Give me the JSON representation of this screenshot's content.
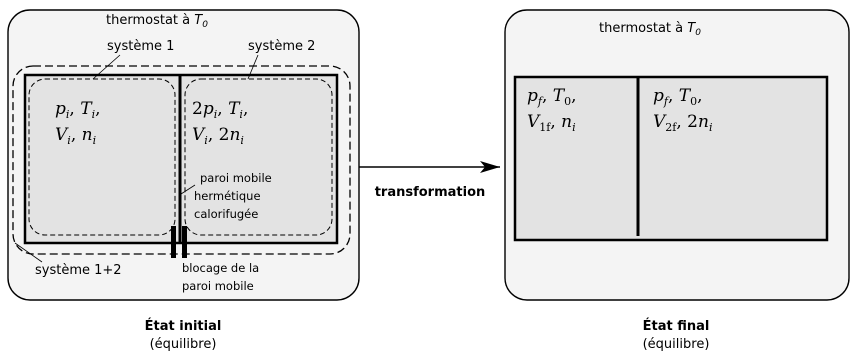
{
  "initial": {
    "thermostat_label": "thermostat à ",
    "thermostat_temp": "T",
    "thermostat_sub": "0",
    "system1_label": "système 1",
    "system2_label": "système 2",
    "system12_label": "système 1+2",
    "left_state": {
      "line1": {
        "p": "p",
        "p_sub": "i",
        "T": "T",
        "T_sub": "i"
      },
      "line2": {
        "V": "V",
        "V_sub": "i",
        "n": "n",
        "n_sub": "i"
      }
    },
    "right_state": {
      "line1": {
        "coef": "2",
        "p": "p",
        "p_sub": "i",
        "T": "T",
        "T_sub": "i"
      },
      "line2": {
        "V": "V",
        "V_sub": "i",
        "coef": "2",
        "n": "n",
        "n_sub": "i"
      }
    },
    "wall_label": [
      "paroi mobile",
      "hermétique",
      "calorifugée"
    ],
    "blocking_label": [
      "blocage de la",
      "paroi mobile"
    ],
    "caption_title": "État initial",
    "caption_sub": "(équilibre)"
  },
  "arrow_label": "transformation",
  "final": {
    "thermostat_label": "thermostat à ",
    "thermostat_temp": "T",
    "thermostat_sub": "0",
    "left_state": {
      "line1": {
        "p": "p",
        "p_sub": "f",
        "T": "T",
        "T_sub": "0"
      },
      "line2": {
        "V": "V",
        "V_sub": "1f",
        "n": "n",
        "n_sub": "i"
      }
    },
    "right_state": {
      "line1": {
        "p": "p",
        "p_sub": "f",
        "T": "T",
        "T_sub": "0"
      },
      "line2": {
        "V": "V",
        "V_sub": "2f",
        "coef": "2",
        "n": "n",
        "n_sub": "i"
      }
    },
    "caption_title": "État final",
    "caption_sub": "(équilibre)"
  },
  "colors": {
    "box_fill": "#f4f4f4",
    "chamber_fill": "#e3e3e3",
    "stroke": "#000000"
  }
}
